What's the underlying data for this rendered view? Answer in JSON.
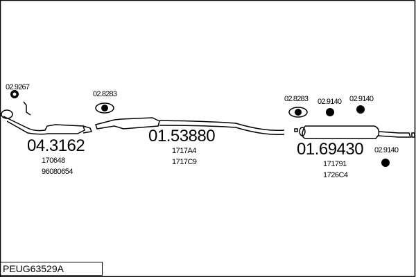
{
  "diagram_code": "PEUG63529A",
  "parts": [
    {
      "number": "04.3162",
      "codes": [
        "170648",
        "96080654"
      ]
    },
    {
      "number": "01.53880",
      "codes": [
        "1717A4",
        "1717C9"
      ]
    },
    {
      "number": "01.69430",
      "codes": [
        "171791",
        "1726C4"
      ]
    }
  ],
  "accessories": [
    "02.9267",
    "02.8283",
    "02.8283",
    "02.9140",
    "02.9140",
    "02.9140"
  ]
}
